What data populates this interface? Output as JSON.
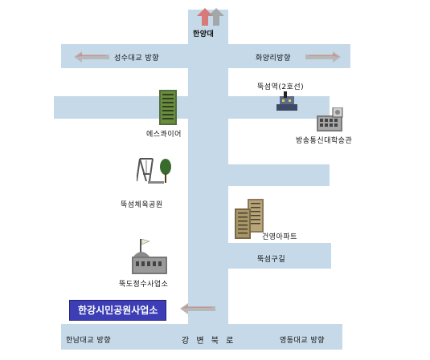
{
  "colors": {
    "road": "#c5d9e8",
    "hq_bg": "#3d3db5",
    "hq_text": "#ffffff",
    "arrow_gray": "#c9c9c9",
    "arrow_red": "#d77a7a"
  },
  "labels": {
    "hanyang_univ": "한양대",
    "seongsu_bridge": "성수대교 방향",
    "hwayangri": "화양리방향",
    "ttukseom_station": "뚝섬역(2호선)",
    "esquire": "에스콰이어",
    "broadcast_univ": "방송통신대학승관",
    "sports_park": "뚝섬체육공원",
    "geonyoung_apt": "건영아파트",
    "ttukseom_gu_gil": "뚝섬구길",
    "ttukdo_water": "뚝도정수사업소",
    "hq": "한강시민공원사업소",
    "hannam_bridge": "한남대교 방향",
    "gangbyeon_road": "강 변 북 로",
    "yeongdong_bridge": "영동대교 방향"
  },
  "icons": [
    "up-arrow-icon",
    "left-arrow-icon",
    "right-arrow-icon",
    "building-icon",
    "station-icon",
    "university-icon",
    "playground-icon",
    "apartment-icon",
    "factory-icon"
  ]
}
